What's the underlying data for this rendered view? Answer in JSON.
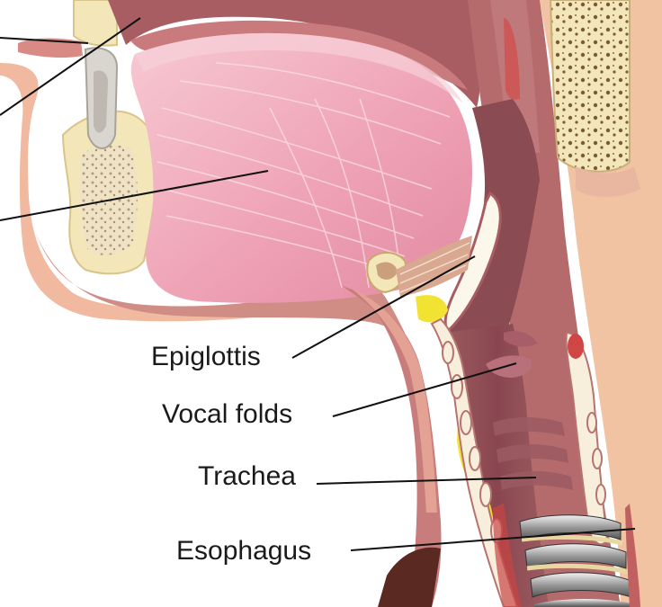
{
  "labels": {
    "epiglottis": "Epiglottis",
    "vocal_folds": "Vocal folds",
    "trachea": "Trachea",
    "esophagus": "Esophagus"
  },
  "colors": {
    "skin": "#f1c2a0",
    "tissue_dark": "#b56a6a",
    "tongue": "#eda3b5",
    "bone": "#f3e6b8",
    "airway": "#8e4a4f",
    "fat": "#f3e63a",
    "cartilage": "#dcdcdc",
    "leader_line": "#111111"
  }
}
